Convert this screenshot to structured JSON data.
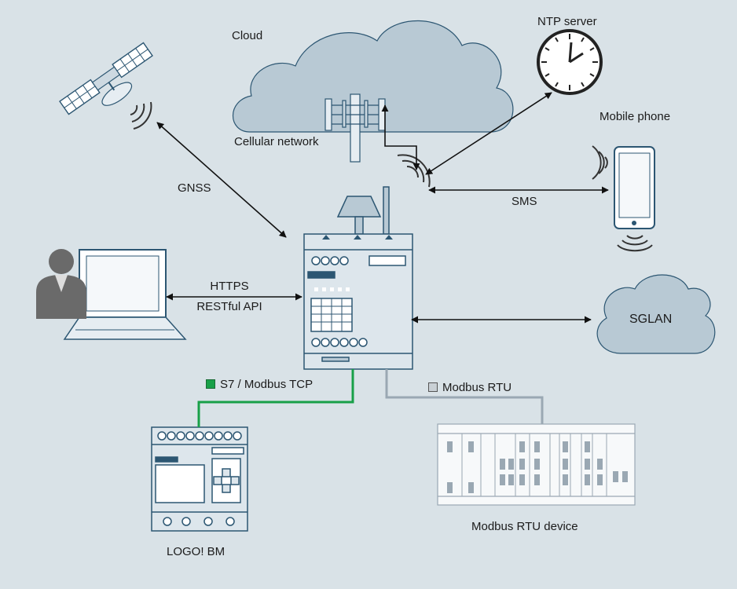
{
  "labels": {
    "cloud": "Cloud",
    "cellular_network": "Cellular network",
    "ntp_server": "NTP server",
    "mobile_phone": "Mobile phone",
    "gnss": "GNSS",
    "sms": "SMS",
    "https": "HTTPS",
    "restful_api": "RESTful API",
    "sglan": "SGLAN",
    "s7_modbus_tcp": "S7 / Modbus TCP",
    "modbus_rtu": "Modbus RTU",
    "logo_bm": "LOGO! BM",
    "modbus_rtu_device": "Modbus RTU device"
  },
  "colors": {
    "background": "#d9e2e7",
    "device_fill": "#dde6ec",
    "device_stroke": "#2c5672",
    "cloud_fill": "#b8c9d4",
    "s7_line": "#18a048",
    "modbus_line": "#9aa8b3",
    "arrow": "#111111"
  },
  "icons": {
    "satellite": "satellite-icon",
    "clock": "clock-icon",
    "phone": "mobile-phone-icon",
    "laptop": "laptop-icon",
    "user": "user-icon",
    "tower": "cellular-tower-icon"
  }
}
